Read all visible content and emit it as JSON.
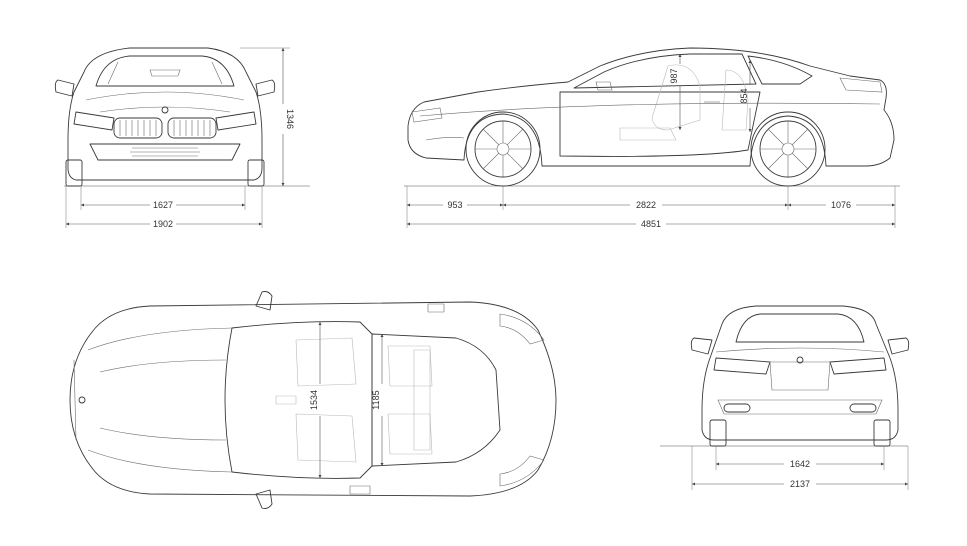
{
  "dimensions": {
    "front_track": "1627",
    "front_width": "1902",
    "height": "1346",
    "front_overhang": "953",
    "wheelbase": "2822",
    "rear_overhang": "1076",
    "length": "4851",
    "front_headroom": "987",
    "rear_headroom": "854",
    "front_interior_width": "1534",
    "rear_interior_width": "1185",
    "rear_track": "1642",
    "width_with_mirrors": "2137"
  }
}
